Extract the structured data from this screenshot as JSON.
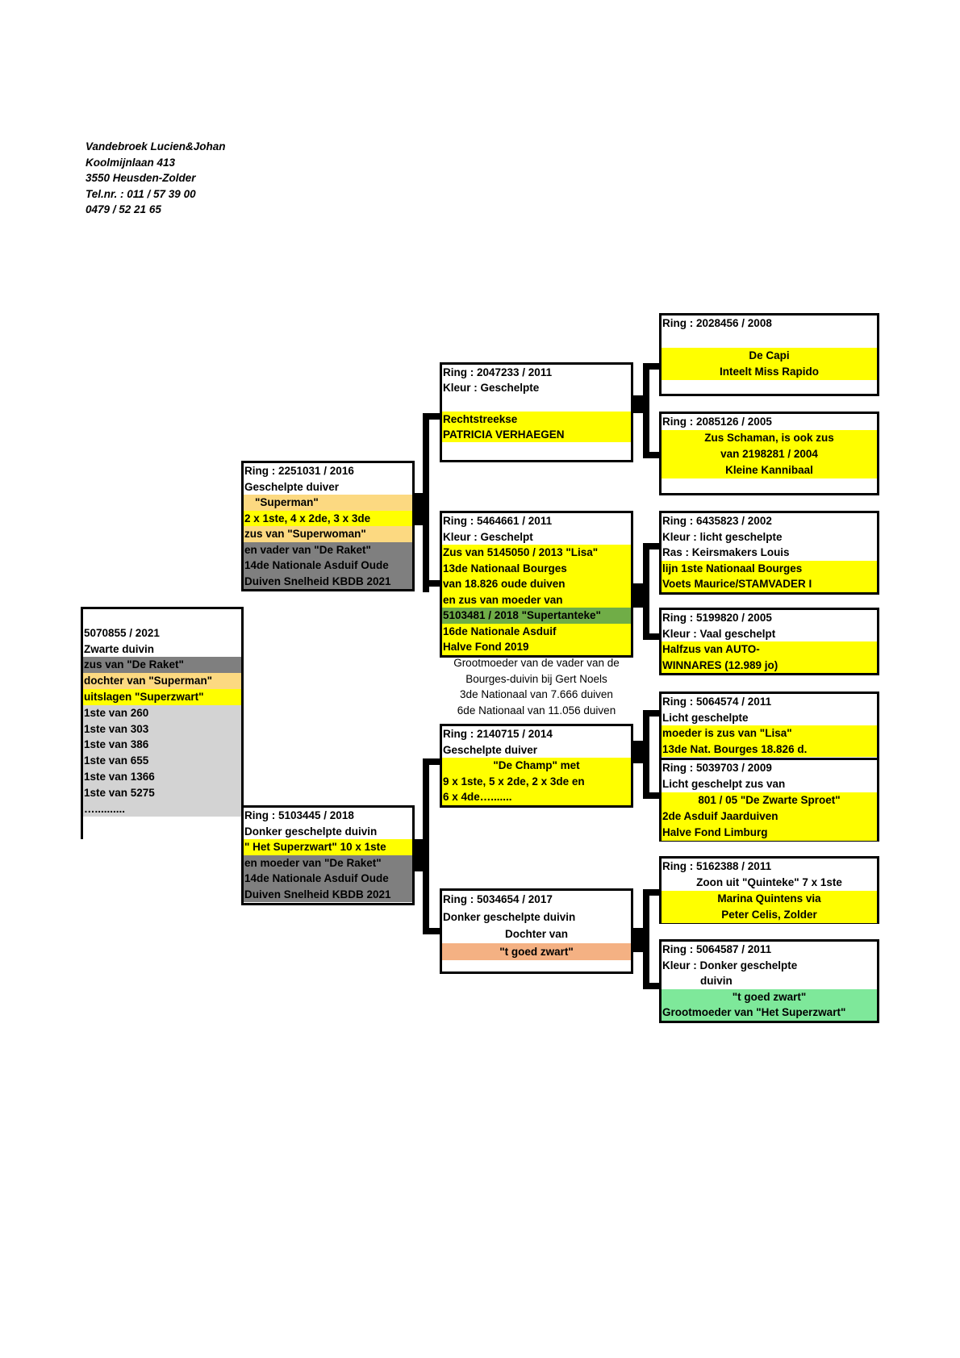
{
  "owner": {
    "name": "Vandebroek Lucien&Johan",
    "street": "Koolmijnlaan 413",
    "city": "3550 Heusden-Zolder",
    "phone": "Tel.nr. : 011 / 57 39 00",
    "mobile": "0479 / 52 21 65"
  },
  "pigeon": {
    "lines": [
      {
        "text": "",
        "bg": "white"
      },
      {
        "text": "5070855 / 2021",
        "bg": "white"
      },
      {
        "text": "Zwarte duivin",
        "bg": "white"
      },
      {
        "text": "zus van \"De Raket\"",
        "bg": "gray"
      },
      {
        "text": "dochter van \"Superman\"",
        "bg": "orange"
      },
      {
        "text": "uitslagen \"Superzwart\"",
        "bg": "yellow"
      },
      {
        "text": "1ste van 260",
        "bg": "lightgray"
      },
      {
        "text": "1ste van 303",
        "bg": "lightgray"
      },
      {
        "text": "1ste van 386",
        "bg": "lightgray"
      },
      {
        "text": "1ste van 655",
        "bg": "lightgray"
      },
      {
        "text": "1ste van 1366",
        "bg": "lightgray"
      },
      {
        "text": "1ste van 5275",
        "bg": "lightgray"
      },
      {
        "text": "…..........",
        "bg": "lightgray"
      }
    ]
  },
  "father": {
    "lines": [
      {
        "text": "Ring : 2251031 / 2016",
        "bg": "white"
      },
      {
        "text": "Geschelpte duiver",
        "bg": "white"
      },
      {
        "text": "\"Superman\"",
        "bg": "orange",
        "indent": true
      },
      {
        "text": "2 x 1ste, 4 x 2de, 3 x 3de",
        "bg": "yellow"
      },
      {
        "text": "zus van \"Superwoman\"",
        "bg": "orange"
      },
      {
        "text": "en vader van \"De Raket\"",
        "bg": "gray"
      },
      {
        "text": "14de Nationale Asduif Oude",
        "bg": "gray"
      },
      {
        "text": "Duiven Snelheid KBDB 2021",
        "bg": "gray"
      }
    ]
  },
  "mother": {
    "lines": [
      {
        "text": "Ring : 5103445 / 2018",
        "bg": "white"
      },
      {
        "text": "Donker geschelpte duivin",
        "bg": "white"
      },
      {
        "text": "\" Het Superzwart\" 10 x 1ste",
        "bg": "yellow"
      },
      {
        "text": "en moeder van \"De Raket\"",
        "bg": "gray"
      },
      {
        "text": "14de Nationale Asduif Oude",
        "bg": "gray"
      },
      {
        "text": "Duiven Snelheid KBDB 2021",
        "bg": "gray"
      }
    ]
  },
  "ff": {
    "lines": [
      {
        "text": "Ring : 2047233 / 2011",
        "bg": "white"
      },
      {
        "text": "Kleur : Geschelpte",
        "bg": "white"
      },
      {
        "text": "",
        "bg": "white"
      },
      {
        "text": "Rechtstreekse",
        "bg": "yellow"
      },
      {
        "text": "PATRICIA VERHAEGEN",
        "bg": "yellow"
      }
    ]
  },
  "fm": {
    "lines": [
      {
        "text": "Ring : 5464661 / 2011",
        "bg": "white"
      },
      {
        "text": "Kleur : Geschelpt",
        "bg": "white"
      },
      {
        "text": "Zus van 5145050 / 2013 \"Lisa\"",
        "bg": "yellow"
      },
      {
        "text": "13de Nationaal Bourges",
        "bg": "yellow"
      },
      {
        "text": "van  18.826 oude duiven",
        "bg": "yellow"
      },
      {
        "text": "en zus van moeder van",
        "bg": "yellow"
      },
      {
        "text": "5103481 / 2018 \"Supertanteke\"",
        "bg": "darkgreen"
      },
      {
        "text": "16de Nationale Asduif",
        "bg": "yellow"
      },
      {
        "text": "Halve Fond 2019",
        "bg": "yellow"
      }
    ]
  },
  "fm_note": [
    "Grootmoeder van de vader van de",
    "Bourges-duivin bij Gert Noels",
    "3de Nationaal van 7.666 duiven",
    "6de Nationaal van 11.056 duiven"
  ],
  "mf": {
    "lines": [
      {
        "text": "Ring : 2140715 / 2014",
        "bg": "white"
      },
      {
        "text": "Geschelpte duiver",
        "bg": "white"
      },
      {
        "text": "\"De Champ\" met",
        "bg": "yellow",
        "center": true
      },
      {
        "text": "9 x 1ste, 5 x 2de, 2 x 3de en",
        "bg": "yellow"
      },
      {
        "text": "6 x 4de….......",
        "bg": "yellow"
      }
    ]
  },
  "mm": {
    "lines": [
      {
        "text": "Ring : 5034654 / 2017",
        "bg": "white"
      },
      {
        "text": "Donker geschelpte duivin",
        "bg": "white"
      },
      {
        "text": "Dochter van",
        "bg": "white",
        "center": true
      },
      {
        "text": "\"t goed zwart\"",
        "bg": "salmon",
        "center": true
      }
    ]
  },
  "fff": {
    "lines": [
      {
        "text": "Ring : 2028456 / 2008",
        "bg": "white"
      },
      {
        "text": "",
        "bg": "white"
      },
      {
        "text": "De Capi",
        "bg": "yellow",
        "center": true
      },
      {
        "text": "Inteelt Miss Rapido",
        "bg": "yellow",
        "center": true
      }
    ]
  },
  "ffm": {
    "lines": [
      {
        "text": "Ring : 2085126 / 2005",
        "bg": "white"
      },
      {
        "text": "Zus Schaman, is ook zus",
        "bg": "yellow",
        "center": true
      },
      {
        "text": "van  2198281 / 2004",
        "bg": "yellow",
        "center": true
      },
      {
        "text": "Kleine Kannibaal",
        "bg": "yellow",
        "center": true
      }
    ]
  },
  "fmf": {
    "lines": [
      {
        "text": "Ring : 6435823 / 2002",
        "bg": "white"
      },
      {
        "text": "Kleur : licht geschelpte",
        "bg": "white"
      },
      {
        "text": "Ras : Keirsmakers Louis",
        "bg": "white"
      },
      {
        "text": "lijn 1ste Nationaal Bourges",
        "bg": "yellow"
      },
      {
        "text": "Voets Maurice/STAMVADER I",
        "bg": "yellow"
      }
    ]
  },
  "fmm": {
    "lines": [
      {
        "text": "Ring :  5199820 / 2005",
        "bg": "white"
      },
      {
        "text": "Kleur : Vaal geschelpt",
        "bg": "white"
      },
      {
        "text": "Halfzus van AUTO-",
        "bg": "yellow"
      },
      {
        "text": "WINNARES (12.989 jo)",
        "bg": "yellow"
      }
    ]
  },
  "mff": {
    "lines": [
      {
        "text": "Ring : 5064574 / 2011",
        "bg": "white"
      },
      {
        "text": "Licht geschelpte",
        "bg": "white"
      },
      {
        "text": "moeder is zus van \"Lisa\"",
        "bg": "yellow"
      },
      {
        "text": "13de Nat. Bourges 18.826 d.",
        "bg": "yellow"
      }
    ]
  },
  "mfm": {
    "lines": [
      {
        "text": "Ring : 5039703 / 2009",
        "bg": "white"
      },
      {
        "text": "Licht geschelpt zus van",
        "bg": "white"
      },
      {
        "text": "801 / 05 \"De Zwarte Sproet\"",
        "bg": "yellow",
        "center": true
      },
      {
        "text": "2de Asduif Jaarduiven",
        "bg": "yellow"
      },
      {
        "text": "Halve Fond Limburg",
        "bg": "yellow"
      }
    ]
  },
  "mmf": {
    "lines": [
      {
        "text": "Ring : 5162388 / 2011",
        "bg": "white"
      },
      {
        "text": "Zoon uit \"Quinteke\" 7 x 1ste",
        "bg": "white",
        "center": true
      },
      {
        "text": "Marina Quintens via",
        "bg": "yellow",
        "center": true
      },
      {
        "text": "Peter Celis, Zolder",
        "bg": "yellow",
        "center": true
      }
    ]
  },
  "mmm": {
    "lines": [
      {
        "text": "Ring : 5064587 / 2011",
        "bg": "white"
      },
      {
        "text": "Kleur : Donker geschelpte",
        "bg": "white"
      },
      {
        "text": "duivin",
        "bg": "white",
        "indent2": true
      },
      {
        "text": "\"t goed zwart\"",
        "bg": "mint",
        "center": true
      },
      {
        "text": "Grootmoeder van \"Het Superzwart\"",
        "bg": "mint"
      }
    ]
  },
  "colors": {
    "yellow": "#ffff00",
    "orange": "#fcd981",
    "gray": "#7f7f7f",
    "lightgray": "#d3d3d3",
    "darkgreen": "#70ad47",
    "salmon": "#f4b183",
    "mint": "#7ee89a"
  }
}
